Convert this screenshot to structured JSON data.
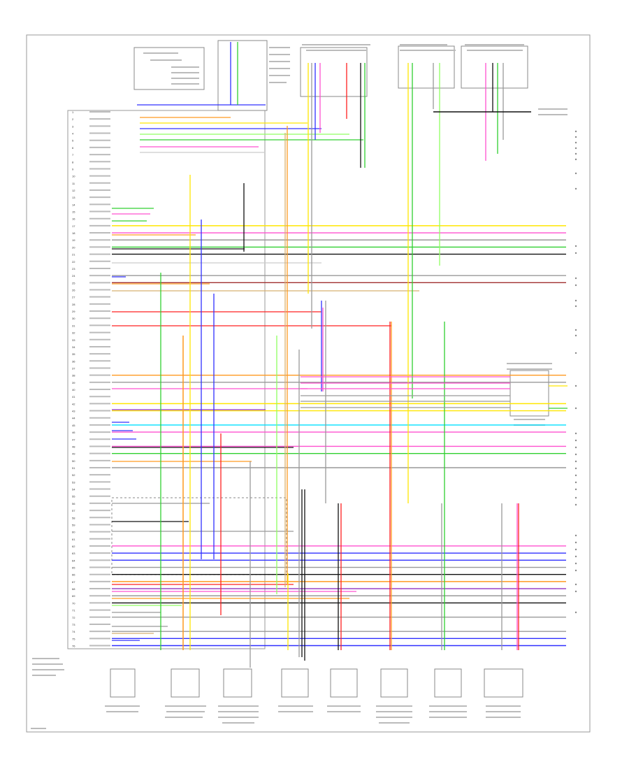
{
  "pin_labels": [
    "1",
    "2",
    "3",
    "4",
    "5",
    "6",
    "7",
    "8",
    "9",
    "10",
    "11",
    "12",
    "13",
    "14",
    "15",
    "16",
    "17",
    "18",
    "19",
    "20",
    "21",
    "22",
    "23",
    "24",
    "25",
    "26",
    "27",
    "28",
    "29",
    "30",
    "31",
    "32",
    "33",
    "34",
    "35",
    "36",
    "37",
    "38",
    "39",
    "40",
    "41",
    "42",
    "43",
    "44",
    "45",
    "46",
    "47",
    "48",
    "49",
    "50",
    "51",
    "52",
    "53",
    "54",
    "55",
    "56",
    "57",
    "58",
    "59",
    "60",
    "61",
    "62",
    "63",
    "64",
    "65",
    "66",
    "67",
    "68",
    "69",
    "70",
    "71",
    "72",
    "73",
    "74",
    "75",
    "76"
  ],
  "wire_colors": {
    "BLK": "#111111",
    "RED": "#ff2020",
    "YEL": "#ffe600",
    "GRN": "#30d030",
    "BLU": "#3030ff",
    "PNK": "#ff50d0",
    "ORN": "#ff9a20",
    "GRY": "#999999",
    "VIO": "#9030c0",
    "BRN": "#8b5a2b",
    "WHT": "#cccccc",
    "CYN": "#00e0ff",
    "LGRN": "#90ff60",
    "DKGRN": "#207020",
    "TAN": "#d8b070",
    "MAROON": "#a03030"
  }
}
